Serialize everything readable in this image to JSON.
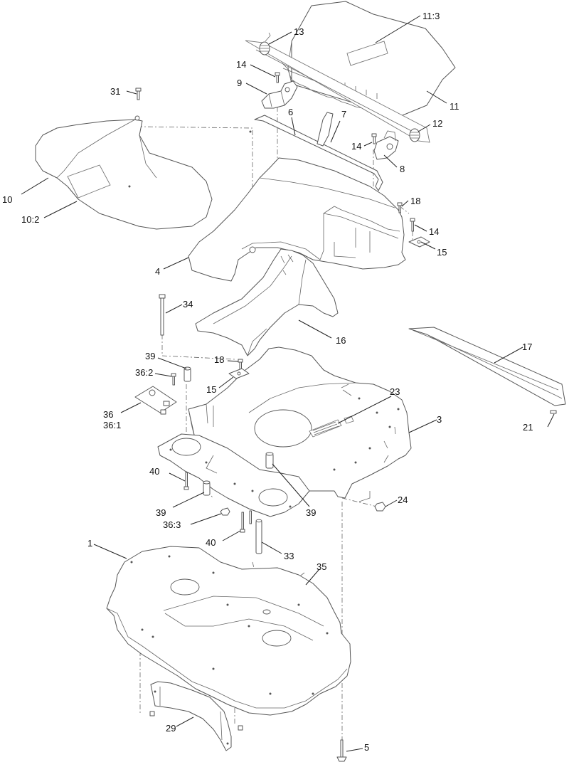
{
  "callouts": [
    {
      "id": "11_3",
      "text": "11:3"
    },
    {
      "id": "13",
      "text": "13"
    },
    {
      "id": "14a",
      "text": "14"
    },
    {
      "id": "9",
      "text": "9"
    },
    {
      "id": "31",
      "text": "31"
    },
    {
      "id": "6",
      "text": "6"
    },
    {
      "id": "7",
      "text": "7"
    },
    {
      "id": "11",
      "text": "11"
    },
    {
      "id": "12",
      "text": "12"
    },
    {
      "id": "14b",
      "text": "14"
    },
    {
      "id": "8",
      "text": "8"
    },
    {
      "id": "10",
      "text": "10"
    },
    {
      "id": "10_2",
      "text": "10:2"
    },
    {
      "id": "18a",
      "text": "18"
    },
    {
      "id": "14c",
      "text": "14"
    },
    {
      "id": "15a",
      "text": "15"
    },
    {
      "id": "4",
      "text": "4"
    },
    {
      "id": "34",
      "text": "34"
    },
    {
      "id": "16",
      "text": "16"
    },
    {
      "id": "17",
      "text": "17"
    },
    {
      "id": "39a",
      "text": "39"
    },
    {
      "id": "18b",
      "text": "18"
    },
    {
      "id": "36_2",
      "text": "36:2"
    },
    {
      "id": "15b",
      "text": "15"
    },
    {
      "id": "23",
      "text": "23"
    },
    {
      "id": "3",
      "text": "3"
    },
    {
      "id": "21",
      "text": "21"
    },
    {
      "id": "36",
      "text": "36"
    },
    {
      "id": "36_1",
      "text": "36:1"
    },
    {
      "id": "40a",
      "text": "40"
    },
    {
      "id": "24",
      "text": "24"
    },
    {
      "id": "39b",
      "text": "39"
    },
    {
      "id": "39c",
      "text": "39"
    },
    {
      "id": "36_3",
      "text": "36:3"
    },
    {
      "id": "40b",
      "text": "40"
    },
    {
      "id": "33",
      "text": "33"
    },
    {
      "id": "1",
      "text": "1"
    },
    {
      "id": "35",
      "text": "35"
    },
    {
      "id": "29",
      "text": "29"
    },
    {
      "id": "5",
      "text": "5"
    }
  ]
}
